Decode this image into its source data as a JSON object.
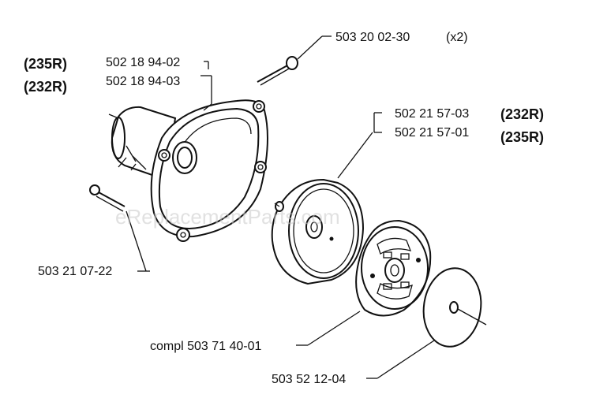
{
  "labels": {
    "bolt_top": "503 20 02-30",
    "bolt_top_qty": "(x2)",
    "housing_235r": "(235R)",
    "housing_232r": "(232R)",
    "housing_num_1": "502 18 94-02",
    "housing_num_2": "502 18 94-03",
    "drum_num_1": "502 21 57-03",
    "drum_num_2": "502 21 57-01",
    "drum_232r": "(232R)",
    "drum_235r": "(235R)",
    "bolt_left": "503 21 07-22",
    "clutch": "compl 503 71 40-01",
    "washer": "503 52 12-04"
  },
  "watermark": "eReplacementParts.com"
}
